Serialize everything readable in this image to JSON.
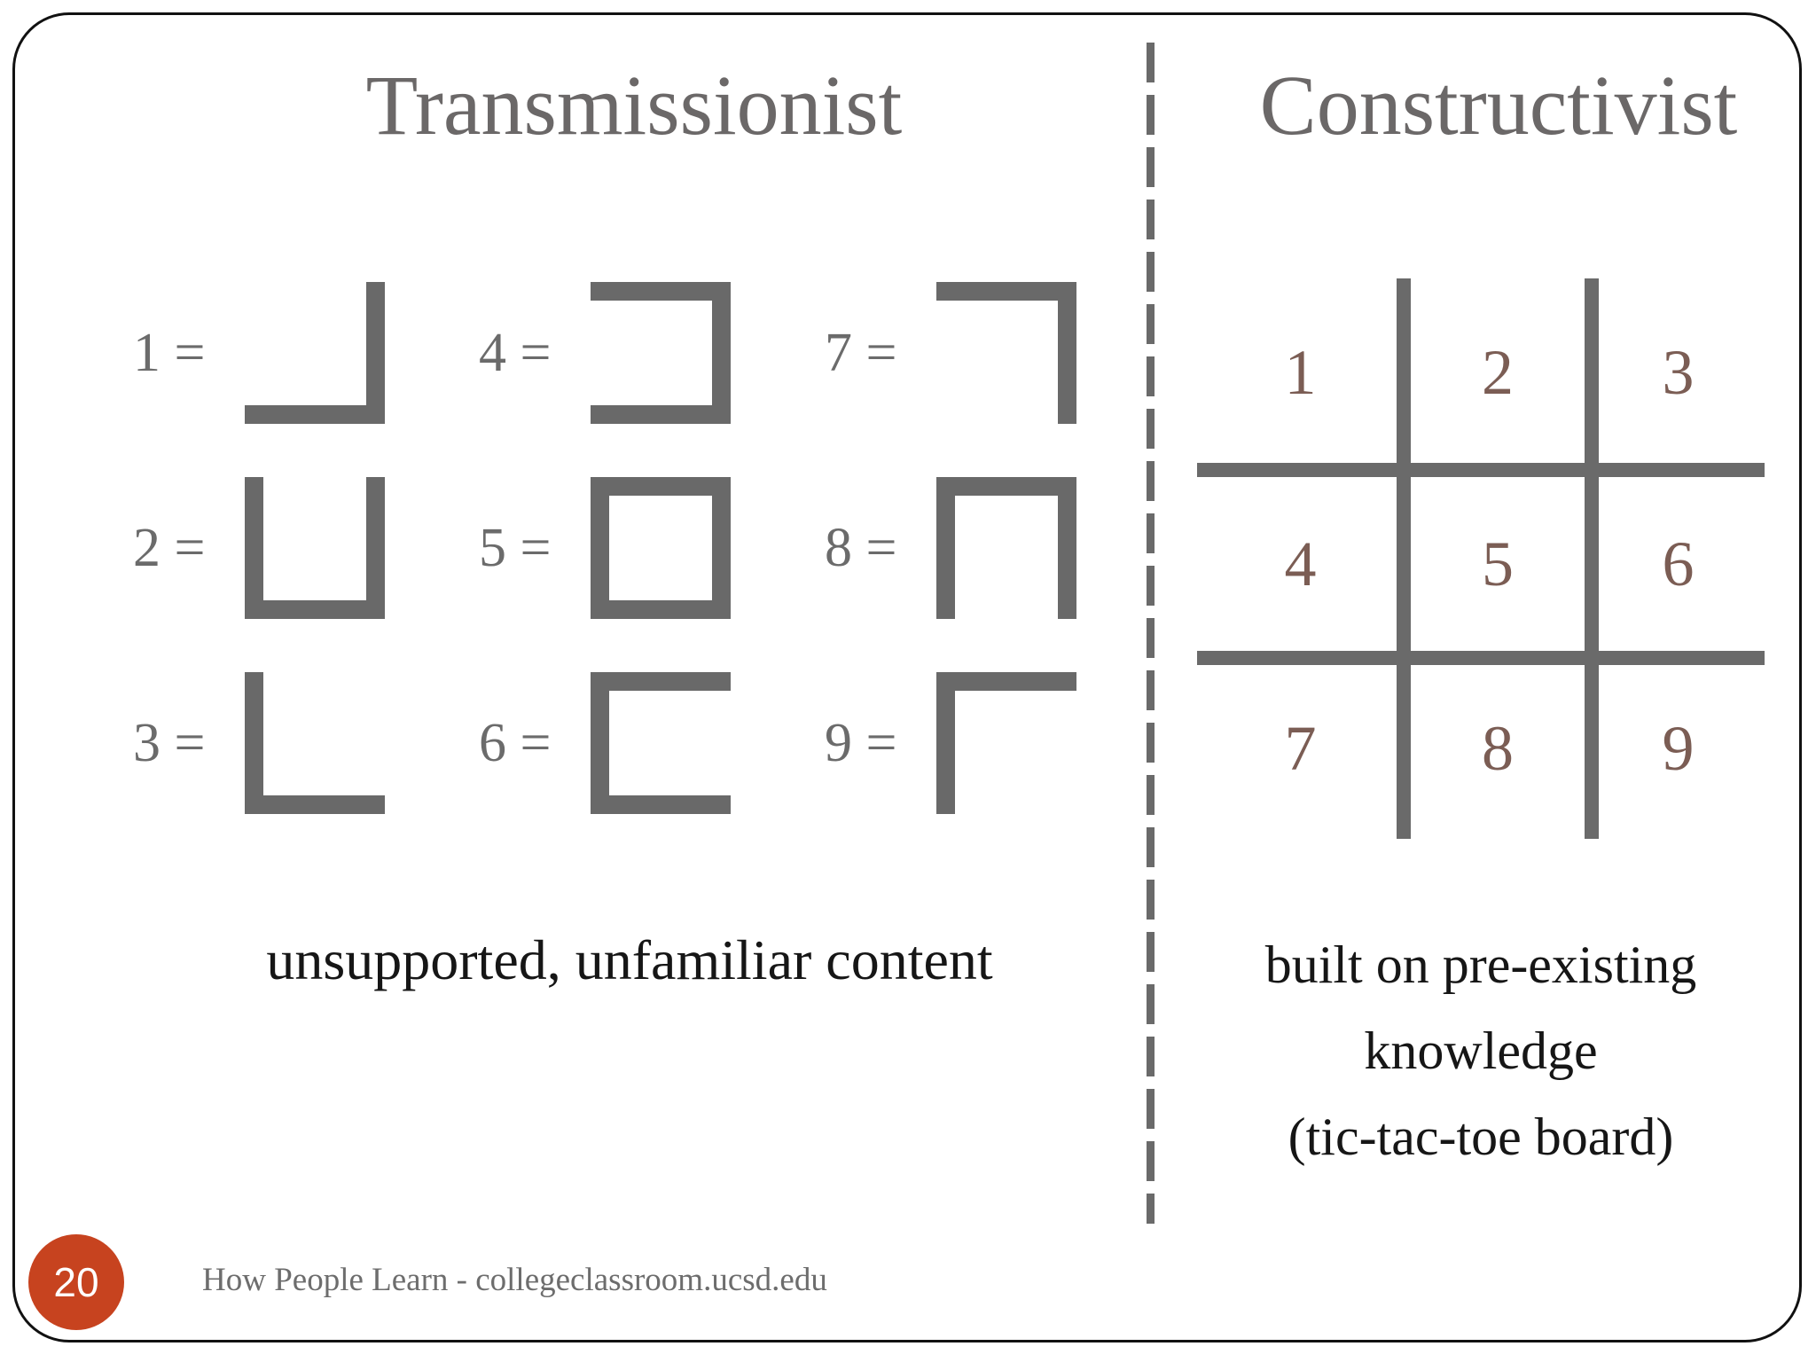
{
  "slide": {
    "page_number": "20",
    "footer_text": "How People Learn - collegeclassroom.ucsd.edu"
  },
  "left": {
    "heading": "Transmissionist",
    "caption": "unsupported, unfamiliar content",
    "cipher_cells": [
      {
        "label": "1 =",
        "borders": [
          "right",
          "bottom"
        ]
      },
      {
        "label": "4 =",
        "borders": [
          "top",
          "right",
          "bottom"
        ]
      },
      {
        "label": "7 =",
        "borders": [
          "top",
          "right"
        ]
      },
      {
        "label": "2 =",
        "borders": [
          "left",
          "bottom",
          "right"
        ]
      },
      {
        "label": "5 =",
        "borders": [
          "top",
          "right",
          "bottom",
          "left"
        ]
      },
      {
        "label": "8 =",
        "borders": [
          "left",
          "top",
          "right"
        ]
      },
      {
        "label": "3 =",
        "borders": [
          "left",
          "bottom"
        ]
      },
      {
        "label": "6 =",
        "borders": [
          "top",
          "left",
          "bottom"
        ]
      },
      {
        "label": "9 =",
        "borders": [
          "left",
          "top"
        ]
      }
    ]
  },
  "right": {
    "heading": "Constructivist",
    "board_numbers": [
      "1",
      "2",
      "3",
      "4",
      "5",
      "6",
      "7",
      "8",
      "9"
    ],
    "caption_lines": [
      "built on pre-existing",
      "knowledge",
      "(tic-tac-toe board)"
    ]
  },
  "colors": {
    "shape_gray": "#696969",
    "grid_gray": "#6a6a6a",
    "heading_gray": "#6b6868",
    "board_number_brown": "#7b5d54",
    "caption_black": "#161616",
    "footer_gray": "#6d6d6d",
    "badge_orange": "#c7431f"
  }
}
